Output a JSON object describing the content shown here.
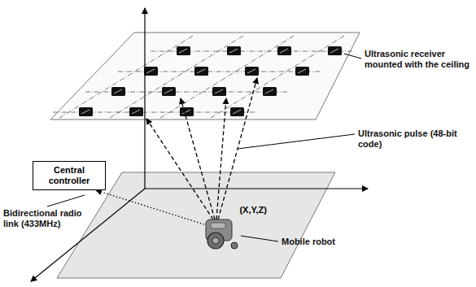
{
  "diagram": {
    "nodes": [
      {
        "text": [
          "Central controller"
        ]
      },
      {
        "text": [
          "(X,Y,Z)"
        ]
      }
    ],
    "edges": [
      {
        "from": 1,
        "to": 0,
        "arrow": "to"
      }
    ],
    "labels": [
      "Ultrasonic receiver mounted with the ceiling",
      "Ultrasonic pulse (48-bit code)",
      "Bidirectional radio link (433MHz)",
      "Mobile robot"
    ]
  }
}
